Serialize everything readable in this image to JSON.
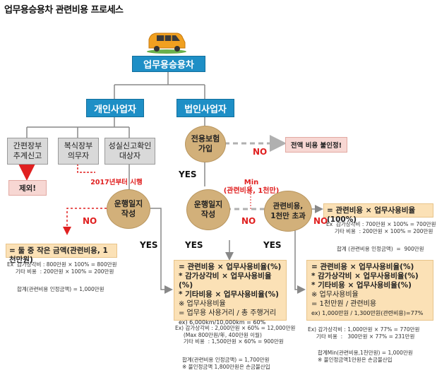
{
  "title": "업무용승용차 관련비용 프로세스",
  "nodes": {
    "root": "업무용승용차",
    "individual": "개인사업자",
    "corporate": "법인사업자",
    "simple_line1": "간편장부",
    "simple_line2": "추계신고",
    "double_line1": "복식장부",
    "double_line2": "의무자",
    "faithful_line1": "성실신고확인",
    "faithful_line2": "대상자",
    "excluded": "제외!",
    "year_note": "2017년부터 시행",
    "insurance_line1": "전용보험",
    "insurance_line2": "가입",
    "not_allowed": "전액 비용 불인정!",
    "logbook_ind_line1": "운행일지",
    "logbook_ind_line2": "작성",
    "logbook_corp_line1": "운행일지",
    "logbook_corp_line2": "작성",
    "over_line1": "1천만 초과",
    "over_prefix": "관련비용,"
  },
  "labels": {
    "yes": "YES",
    "no": "NO",
    "min": "Min",
    "min_detail": "(관련비용, 1천만)"
  },
  "boxes": {
    "left_result": "= 둘 중 작은 금액(관련비용, 1천만원)",
    "left_ex": "Ex  감가상각비 : 800만원 × 100% = 800만원\n     기타 비용  : 200만원 × 100% = 200만원",
    "left_sum": "합계(관련비용 인정금액) = 1,000만원",
    "right_top_result": "= 관련비용 × 업무사용비율(100%)",
    "right_top_ex": "Ex  감가상각비 : 700만원 × 100% = 700만원\n     기타 비용  : 200만원 × 100% = 200만원",
    "right_top_sum": "합계 (관련비용 인정금액)  =  900만원",
    "mid": {
      "line1": "= 관련비용 × 업무사용비율(%)",
      "line2": "* 감가상각비 × 업무사용비율(%)",
      "line3": "* 기타비용 × 업무사용비율(%)",
      "line4": "※ 업무사용비율",
      "line5": "= 업무용 사용거리 / 총 주행거리",
      "line6": "ex) 6,000km/10,000km = 60%"
    },
    "mid_ex": "Ex) 감가상각비 : 2,000만원 × 60% = 12,000만원\n     (Max 800만원/年, 400만원 이월)\n     기타 비용  : 1,500만원 × 60% = 900만원",
    "mid_sum": "합계(관련비용 인정금액) = 1,700만원\n※ 불인정금액 1,800만원은 손금불산입",
    "right": {
      "line1": "= 관련비용 × 업무사용비율(%)",
      "line2": "* 감가상각비 × 업무사용비율(%)",
      "line3": "* 기타비용 × 업무사용비율(%)",
      "line4": "※ 업무사용비율",
      "line5": "= 1천만원 / 관련비용",
      "line6": "ex) 1,000만원 / 1,300만원(관련비용)=77%"
    },
    "right_ex": "Ex) 감가상각비 : 1,000만원 × 77% = 770만원\n     기타 비용  :   300만원 × 77% = 231만원",
    "right_sum": "합계Min(관련비용,1천만원) = 1,000만원\n※ 불인정금액1만원은 손금불산입"
  },
  "colors": {
    "blue": "#1e8fc6",
    "tan": "#d2b07a",
    "beige": "#fbe1b6",
    "red": "#e02020",
    "gray": "#d9d9d9"
  },
  "icons": [
    "car-icon"
  ]
}
